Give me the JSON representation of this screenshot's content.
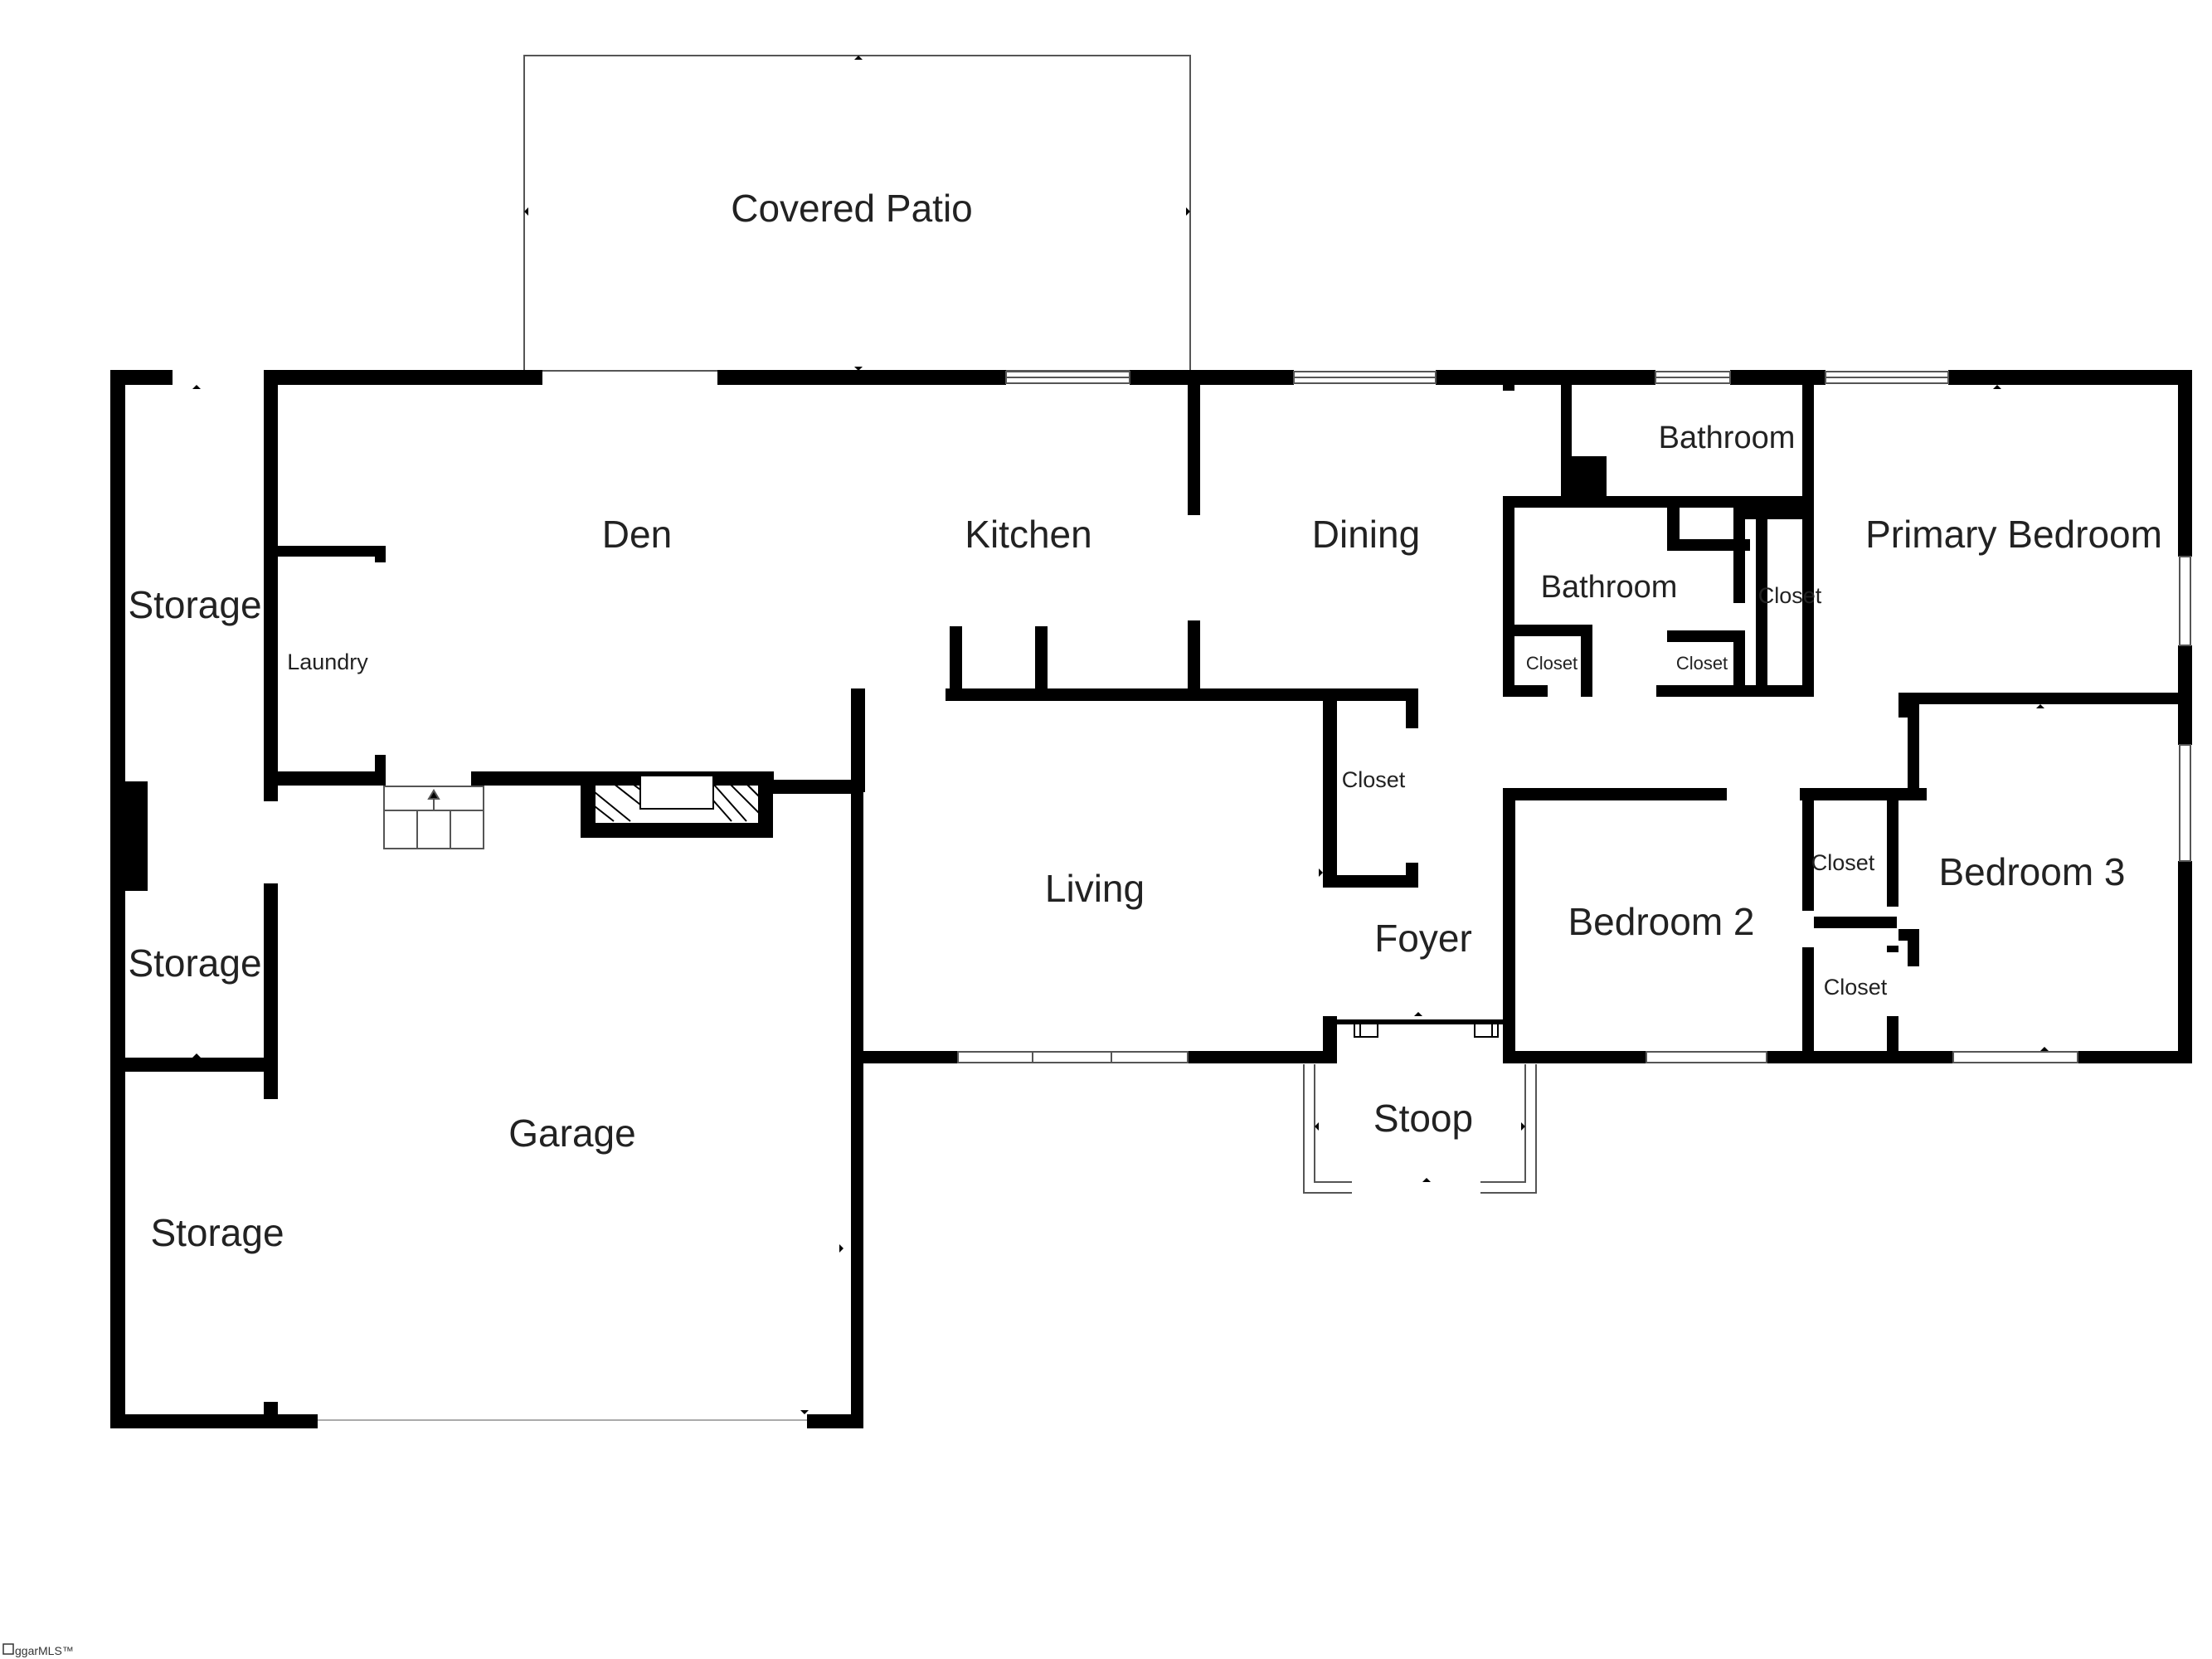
{
  "plan": {
    "wall_color": "#000000",
    "background": "#ffffff",
    "rooms": {
      "covered_patio": "Covered Patio",
      "den": "Den",
      "kitchen": "Kitchen",
      "dining": "Dining",
      "bathroom_top": "Bathroom",
      "primary_bedroom": "Primary Bedroom",
      "storage_upper": "Storage",
      "laundry": "Laundry",
      "bathroom_middle": "Bathroom",
      "closet_bath_right": "Closet",
      "closet_bath_left": "Closet",
      "closet_bath_mid": "Closet",
      "living": "Living",
      "closet_foyer": "Closet",
      "foyer": "Foyer",
      "bedroom_2": "Bedroom 2",
      "closet_bed2": "Closet",
      "bedroom_3": "Bedroom 3",
      "closet_bed3": "Closet",
      "storage_middle": "Storage",
      "garage": "Garage",
      "storage_lower": "Storage",
      "stoop": "Stoop"
    },
    "watermark": "ggarMLS™"
  }
}
